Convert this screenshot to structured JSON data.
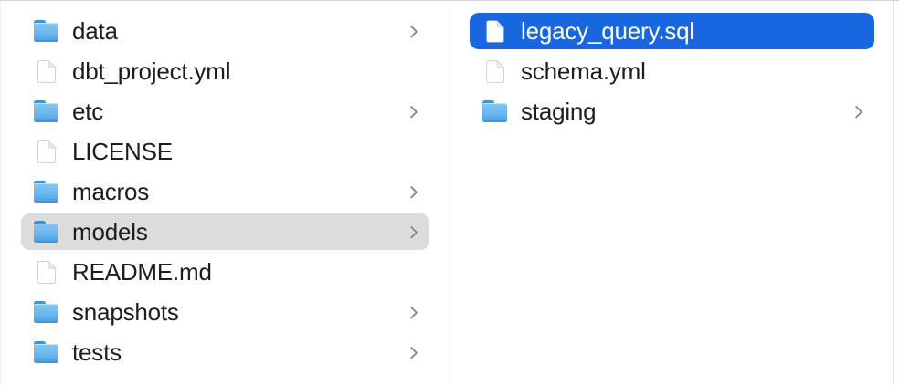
{
  "finder": {
    "view": "column-view",
    "columns": [
      {
        "id": "parent-folder",
        "items": [
          {
            "label": "data",
            "type": "folder",
            "has_chevron": true,
            "selected": false,
            "selection_style": null
          },
          {
            "label": "dbt_project.yml",
            "type": "file",
            "has_chevron": false,
            "selected": false,
            "selection_style": null
          },
          {
            "label": "etc",
            "type": "folder",
            "has_chevron": true,
            "selected": false,
            "selection_style": null
          },
          {
            "label": "LICENSE",
            "type": "file",
            "has_chevron": false,
            "selected": false,
            "selection_style": null
          },
          {
            "label": "macros",
            "type": "folder",
            "has_chevron": true,
            "selected": false,
            "selection_style": null
          },
          {
            "label": "models",
            "type": "folder",
            "has_chevron": true,
            "selected": true,
            "selection_style": "inactive"
          },
          {
            "label": "README.md",
            "type": "file",
            "has_chevron": false,
            "selected": false,
            "selection_style": null
          },
          {
            "label": "snapshots",
            "type": "folder",
            "has_chevron": true,
            "selected": false,
            "selection_style": null
          },
          {
            "label": "tests",
            "type": "folder",
            "has_chevron": true,
            "selected": false,
            "selection_style": null
          }
        ]
      },
      {
        "id": "current-folder",
        "items": [
          {
            "label": "legacy_query.sql",
            "type": "file",
            "has_chevron": false,
            "selected": true,
            "selection_style": "active"
          },
          {
            "label": "schema.yml",
            "type": "file",
            "has_chevron": false,
            "selected": false,
            "selection_style": null
          },
          {
            "label": "staging",
            "type": "folder",
            "has_chevron": true,
            "selected": false,
            "selection_style": null
          }
        ]
      }
    ],
    "icons": {
      "folder": "folder-icon",
      "file": "document-icon",
      "chevron": "chevron-right-icon"
    },
    "colors": {
      "background": "#ffffff",
      "text": "#1d1d1f",
      "selected_text": "#ffffff",
      "selection_active": "#1867e0",
      "selection_inactive": "#dcdcdc",
      "chevron": "#86868b",
      "divider": "#e2e2e2",
      "folder_blue": "#5fb0ec"
    }
  }
}
